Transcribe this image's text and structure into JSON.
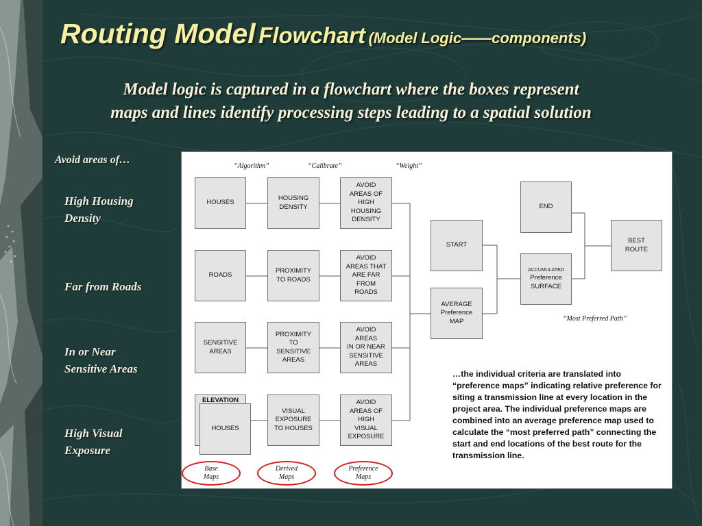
{
  "title": {
    "part1": "Routing Model",
    "part2": "Flowchart",
    "part3": "(Model Logic——components)"
  },
  "subtitle": {
    "line1": "Model logic is captured in a flowchart where the boxes represent",
    "line2": "maps and lines identify processing steps leading to a spatial solution"
  },
  "sidebar": {
    "heading": "Avoid areas of…",
    "items": [
      "High Housing\nDensity",
      "Far from Roads",
      "In or Near\nSensitive Areas",
      "High Visual\nExposure"
    ]
  },
  "flowchart": {
    "column_headers": {
      "algorithm": "“Algorithm”",
      "calibrate": "“Calibrate”",
      "weight": "“Weight”"
    },
    "base_maps": [
      "HOUSES",
      "ROADS",
      "SENSITIVE\nAREAS",
      "ELEVATION",
      "HOUSES"
    ],
    "derived_maps": [
      "HOUSING\nDENSITY",
      "PROXIMITY\nTO ROADS",
      "PROXIMITY\nTO\nSENSITIVE\nAREAS",
      "VISUAL\nEXPOSURE\nTO HOUSES"
    ],
    "preference_maps": [
      "AVOID\nAREAS OF\nHIGH\nHOUSING\nDENSITY",
      "AVOID\nAREAS THAT\nARE FAR\nFROM\nROADS",
      "AVOID\nAREAS\nIN OR NEAR\nSENSITIVE\nAREAS",
      "AVOID\nAREAS OF\nHIGH\nVISUAL\nEXPOSURE"
    ],
    "start": "START",
    "average_map": "AVERAGE\nPreference\nMAP",
    "end": "END",
    "accumulated": {
      "line1": "ACCUMULATED",
      "line2": "Preference",
      "line3": "SURFACE"
    },
    "best_route": "BEST\nROUTE",
    "most_preferred_path": "“Most Preferred Path”",
    "note": "…the individual criteria are translated into “preference maps” indicating relative preference for siting a transmission line at every location in the project area.  The individual preference maps are combined into an average preference map used to calculate the “most preferred path” connecting the start and end locations of the best route for the transmission line.",
    "legend": [
      "Base\nMaps",
      "Derived\nMaps",
      "Preference\nMaps"
    ],
    "colors": {
      "legend_oval": "#d21d1d",
      "box_fill": "#e4e4e4",
      "title": "#f6f0a0"
    }
  }
}
